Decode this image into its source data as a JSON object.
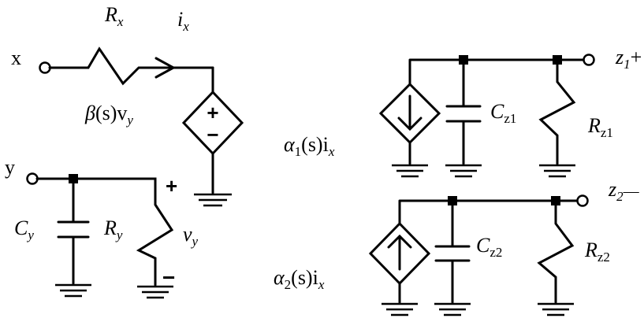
{
  "terminals": {
    "x": "x",
    "y": "y"
  },
  "labels": {
    "rx_main": "R",
    "rx_sub": "x",
    "ix_main": "i",
    "ix_sub": "x",
    "beta_pre": "β",
    "beta_post": "(s)v",
    "beta_sub": "y",
    "cy_main": "C",
    "cy_sub": "y",
    "ry_main": "R",
    "ry_sub": "y",
    "vy_main": "v",
    "vy_sub": "y",
    "plus": "+",
    "minus": "−",
    "alpha1_main": "α",
    "alpha1_idx": "1",
    "alpha1_mid": "(s)i",
    "alpha1_sub": "x",
    "alpha2_main": "α",
    "alpha2_idx": "2",
    "alpha2_mid": "(s)i",
    "alpha2_sub": "x",
    "cz1_main": "C",
    "cz1_sub": "z1",
    "rz1_main": "R",
    "rz1_sub": "z1",
    "cz2_main": "C",
    "cz2_sub": "z2",
    "rz2_main": "R",
    "rz2_sub": "z2",
    "z1_main": "z",
    "z1_sub": "1",
    "z1_sign": "+",
    "z2_main": "z",
    "z2_sub": "2",
    "z2_sign": "—"
  }
}
